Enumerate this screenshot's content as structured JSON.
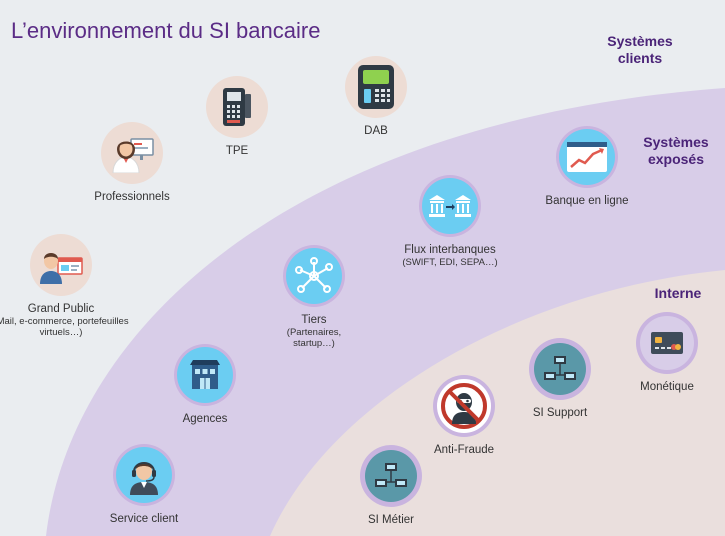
{
  "title": "L’environnement du SI bancaire",
  "zones": {
    "clients": "Systèmes clients",
    "exposes": "Systèmes exposés",
    "interne": "Interne"
  },
  "nodes": {
    "dab": {
      "label": "DAB",
      "icon": "atm-icon"
    },
    "tpe": {
      "label": "TPE",
      "icon": "payment-terminal-icon"
    },
    "professionnels": {
      "label": "Professionnels",
      "icon": "professional-user-icon"
    },
    "grand_public": {
      "label": "Grand Public",
      "sub": "(Mail, e-commerce, portefeuilles virtuels…)",
      "icon": "public-user-icon"
    },
    "agences": {
      "label": "Agences",
      "icon": "bank-branch-icon"
    },
    "service_client": {
      "label": "Service client",
      "icon": "call-center-icon"
    },
    "tiers": {
      "label": "Tiers",
      "sub": "(Partenaires, startup…)",
      "icon": "network-icon"
    },
    "flux": {
      "label": "Flux interbanques",
      "sub": "(SWIFT, EDI, SEPA…)",
      "icon": "bank-transfer-icon"
    },
    "banque_en_ligne": {
      "label": "Banque en ligne",
      "icon": "online-banking-icon"
    },
    "monetique": {
      "label": "Monétique",
      "icon": "credit-card-icon"
    },
    "si_support": {
      "label": "SI Support",
      "icon": "server-network-icon"
    },
    "anti_fraude": {
      "label": "Anti-Fraude",
      "icon": "anti-fraud-icon"
    },
    "si_metier": {
      "label": "SI Métier",
      "icon": "server-network-icon"
    }
  },
  "colors": {
    "title": "#5b2c86",
    "zone_label": "#4b2478",
    "exposed_band": "#d8cde8",
    "internal_band": "#eadfdd",
    "client_halo": "#eddcd4",
    "exposed_icon": "#6bcdf2"
  }
}
